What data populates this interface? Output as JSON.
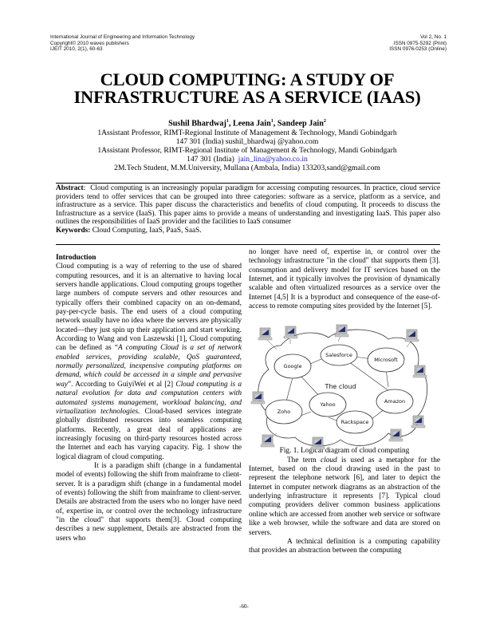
{
  "header": {
    "left": [
      "International Journal of Engineering and Information Technology",
      "Copyright© 2010 waves publishers",
      "IJEIT 2010, 2(1), 60-63"
    ],
    "right": [
      "Vol 2, No. 1",
      "ISSN 0975-5292 (Print)",
      "ISSN 0976-0253 (Online)"
    ]
  },
  "title": {
    "line1": "CLOUD COMPUTING: A STUDY OF",
    "line2": "INFRASTRUCTURE AS A SERVICE (IAAS)"
  },
  "authors": {
    "names": [
      {
        "name": "Sushil Bhardwaj",
        "sup": "1"
      },
      {
        "name": "Leena Jain",
        "sup": "1"
      },
      {
        "name": "Sandeep Jain",
        "sup": "2"
      }
    ],
    "affiliations": [
      "1Assistant Professor, RIMT-Regional Institute of Management & Technology, Mandi Gobindgarh",
      "147 301 (India) sushil_bhardwaj @yahoo.com",
      "1Assistant Professor, RIMT-Regional Institute of Management & Technology, Mandi Gobindgarh",
      "147 301 (India)",
      "2M.Tech Student, M.M.University, Mullana (Ambala, India) 133203,sand@gmail.com"
    ],
    "email_link": "jain_lina@yahoo.co.in"
  },
  "abstract": {
    "label": "Abstract",
    "text": "Cloud computing is an increasingly popular paradigm for accessing computing resources. In practice, cloud service providers tend to offer services that can be grouped into three categories: software as a service, platform as a service, and infrastructure as a service. This paper discuss the characteristics and benefits of cloud computing. It proceeds to discuss the Infrastructure as a service (IaaS). This paper aims to provide a means of understanding and investigating IaaS. This paper also outlines the responsibilities of IaaS provider and the facilities to IaaS consumer",
    "keywords_label": "Keywords:",
    "keywords": "Cloud Computing, IaaS, PaaS, SaaS."
  },
  "left_column": {
    "heading": "Introduction",
    "p1_a": "Cloud computing is a way of referring to the use of shared computing resources, and it is an alternative to having local servers handle applications. Cloud computing groups together large numbers of compute servers and other resources and typically offers their combined capacity on an on-demand, pay-per-cycle basis. The end users of a cloud computing network usually have no idea where the servers are physically located—they just spin up their application and start working. According to Wang and von Laszewski [1], Cloud computing can be defined as “",
    "p1_quote": "A computing Cloud is a set of network enabled services, providing scalable, QoS guaranteed, normally personalized, inexpensive computing platforms on demand, which could be accessed in a simple and pervasive way",
    "p1_b": "”. According to GuiyiWei et al [2] ",
    "p1_italic2": "Cloud computing is a natural evolution for data and computation centers with automated systems management, workload balancing, and virtualization technologies.",
    "p1_c": " Cloud-based services integrate globally distributed resources into seamless computing platforms. Recently, a great deal of applications are increasingly focusing on third-party resources hosted across the Internet and each has varying capacity. Fig. 1 show the logical diagram of cloud computing.",
    "p2": "It is a paradigm shift (change in a fundamental model of events) following the shift from mainframe to client-server. It is a paradigm shift (change in a fundamental model of events) following the shift from mainframe to client-server. Details are abstracted from the users who no longer have need of, expertise in, or control over the technology infrastructure \"in the cloud\" that supports them[3]. Cloud computing describes a new supplement, Details are abstracted from the users who"
  },
  "right_column": {
    "p1": "no longer have need of, expertise in, or control over the technology infrastructure \"in the cloud\" that supports them [3]. consumption and delivery model for IT services based on the Internet, and it typically involves the provision of dynamically scalable and often virtualized resources as a service over the Internet [4,5] It is a byproduct and consequence of the ease-of-access to remote computing sites provided by the Internet [5].",
    "figure": {
      "center_label": "The cloud",
      "nodes": [
        "Google",
        "Salesforce",
        "Microsoft",
        "Amazon",
        "Rackspace",
        "Yahoo",
        "Zoho"
      ],
      "caption": "Fig. 1. Logical diagram of cloud computing"
    },
    "p2_a": "The term ",
    "p2_italic": "cloud",
    "p2_b": " is used as a metaphor for the Internet, based on the cloud drawing used in the past to represent the telephone network [6], and later to depict the Internet in computer network diagrams as an abstraction of the underlying infrastructure it represents [7]. Typical cloud computing providers deliver common business applications online which are accessed from another web service or software like a web browser, while the software and data are stored on servers.",
    "p3": "A technical definition is a computing capability that provides an abstraction between the computing"
  },
  "footer": {
    "page_number": "-60-"
  }
}
